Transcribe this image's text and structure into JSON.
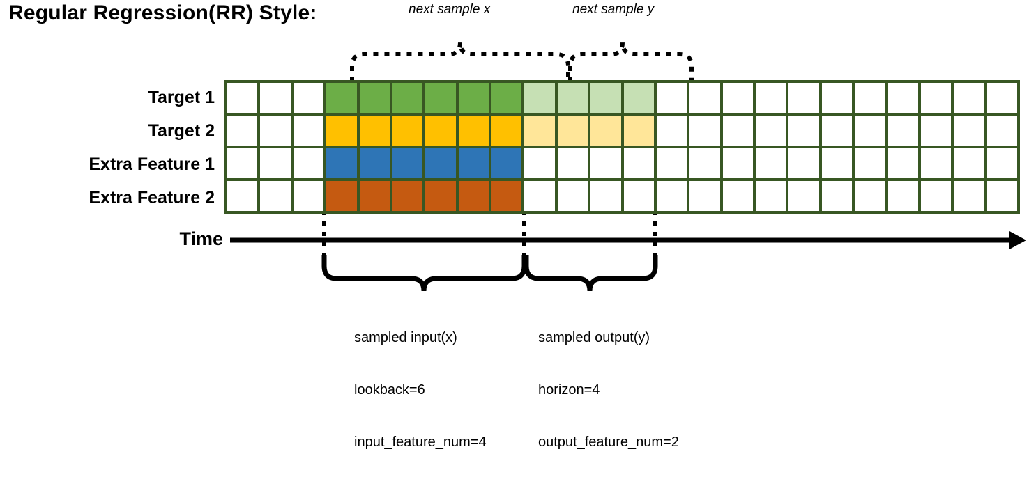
{
  "title": "Regular Regression(RR) Style:",
  "callouts": {
    "next_sample_x": "next sample x",
    "next_sample_y": "next sample y"
  },
  "rows": [
    {
      "label": "Target 1",
      "key": "target-1"
    },
    {
      "label": "Target 2",
      "key": "target-2"
    },
    {
      "label": "Extra Feature 1",
      "key": "extra-feature-1"
    },
    {
      "label": "Extra Feature 2",
      "key": "extra-feature-2"
    }
  ],
  "axis": {
    "time_label": "Time"
  },
  "grid": {
    "columns": 24,
    "rows": 4,
    "line_color": "#385723",
    "cells": [
      [
        "white",
        "white",
        "white",
        "green",
        "green",
        "green",
        "green",
        "green",
        "green",
        "green-l",
        "green-l",
        "green-l",
        "green-l",
        "white",
        "white",
        "white",
        "white",
        "white",
        "white",
        "white",
        "white",
        "white",
        "white",
        "white"
      ],
      [
        "white",
        "white",
        "white",
        "yellow",
        "yellow",
        "yellow",
        "yellow",
        "yellow",
        "yellow",
        "yellow-l",
        "yellow-l",
        "yellow-l",
        "yellow-l",
        "white",
        "white",
        "white",
        "white",
        "white",
        "white",
        "white",
        "white",
        "white",
        "white",
        "white"
      ],
      [
        "white",
        "white",
        "white",
        "blue",
        "blue",
        "blue",
        "blue",
        "blue",
        "blue",
        "white",
        "white",
        "white",
        "white",
        "white",
        "white",
        "white",
        "white",
        "white",
        "white",
        "white",
        "white",
        "white",
        "white",
        "white"
      ],
      [
        "white",
        "white",
        "white",
        "orange",
        "orange",
        "orange",
        "orange",
        "orange",
        "orange",
        "white",
        "white",
        "white",
        "white",
        "white",
        "white",
        "white",
        "white",
        "white",
        "white",
        "white",
        "white",
        "white",
        "white",
        "white"
      ]
    ]
  },
  "colors": {
    "green": "#6CAE47",
    "green_light": "#C6E0B4",
    "yellow": "#FFC000",
    "yellow_light": "#FFE699",
    "blue": "#2E75B6",
    "orange": "#C55A11",
    "grid_line": "#385723",
    "ink": "#000000"
  },
  "captions": {
    "input": {
      "line1": "sampled input(x)",
      "line2": "lookback=6",
      "line3": "input_feature_num=4"
    },
    "output": {
      "line1": "sampled output(y)",
      "line2": "horizon=4",
      "line3": "output_feature_num=2"
    }
  }
}
